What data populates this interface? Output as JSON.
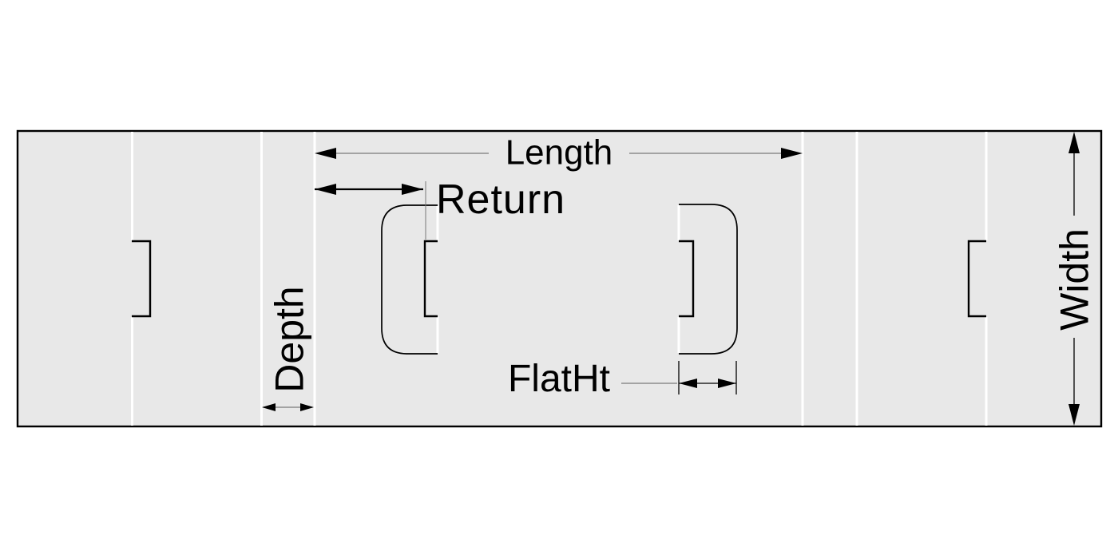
{
  "labels": {
    "length": "Length",
    "return": "Return",
    "depth": "Depth",
    "flat_ht": "FlatHt",
    "width": "Width"
  },
  "colors": {
    "background": "#ffffff",
    "panel_fill": "#e8e8e8",
    "outline": "#000000",
    "crease_line": "#ffffff",
    "dim_gray": "#8c8c8c",
    "text": "#000000"
  }
}
